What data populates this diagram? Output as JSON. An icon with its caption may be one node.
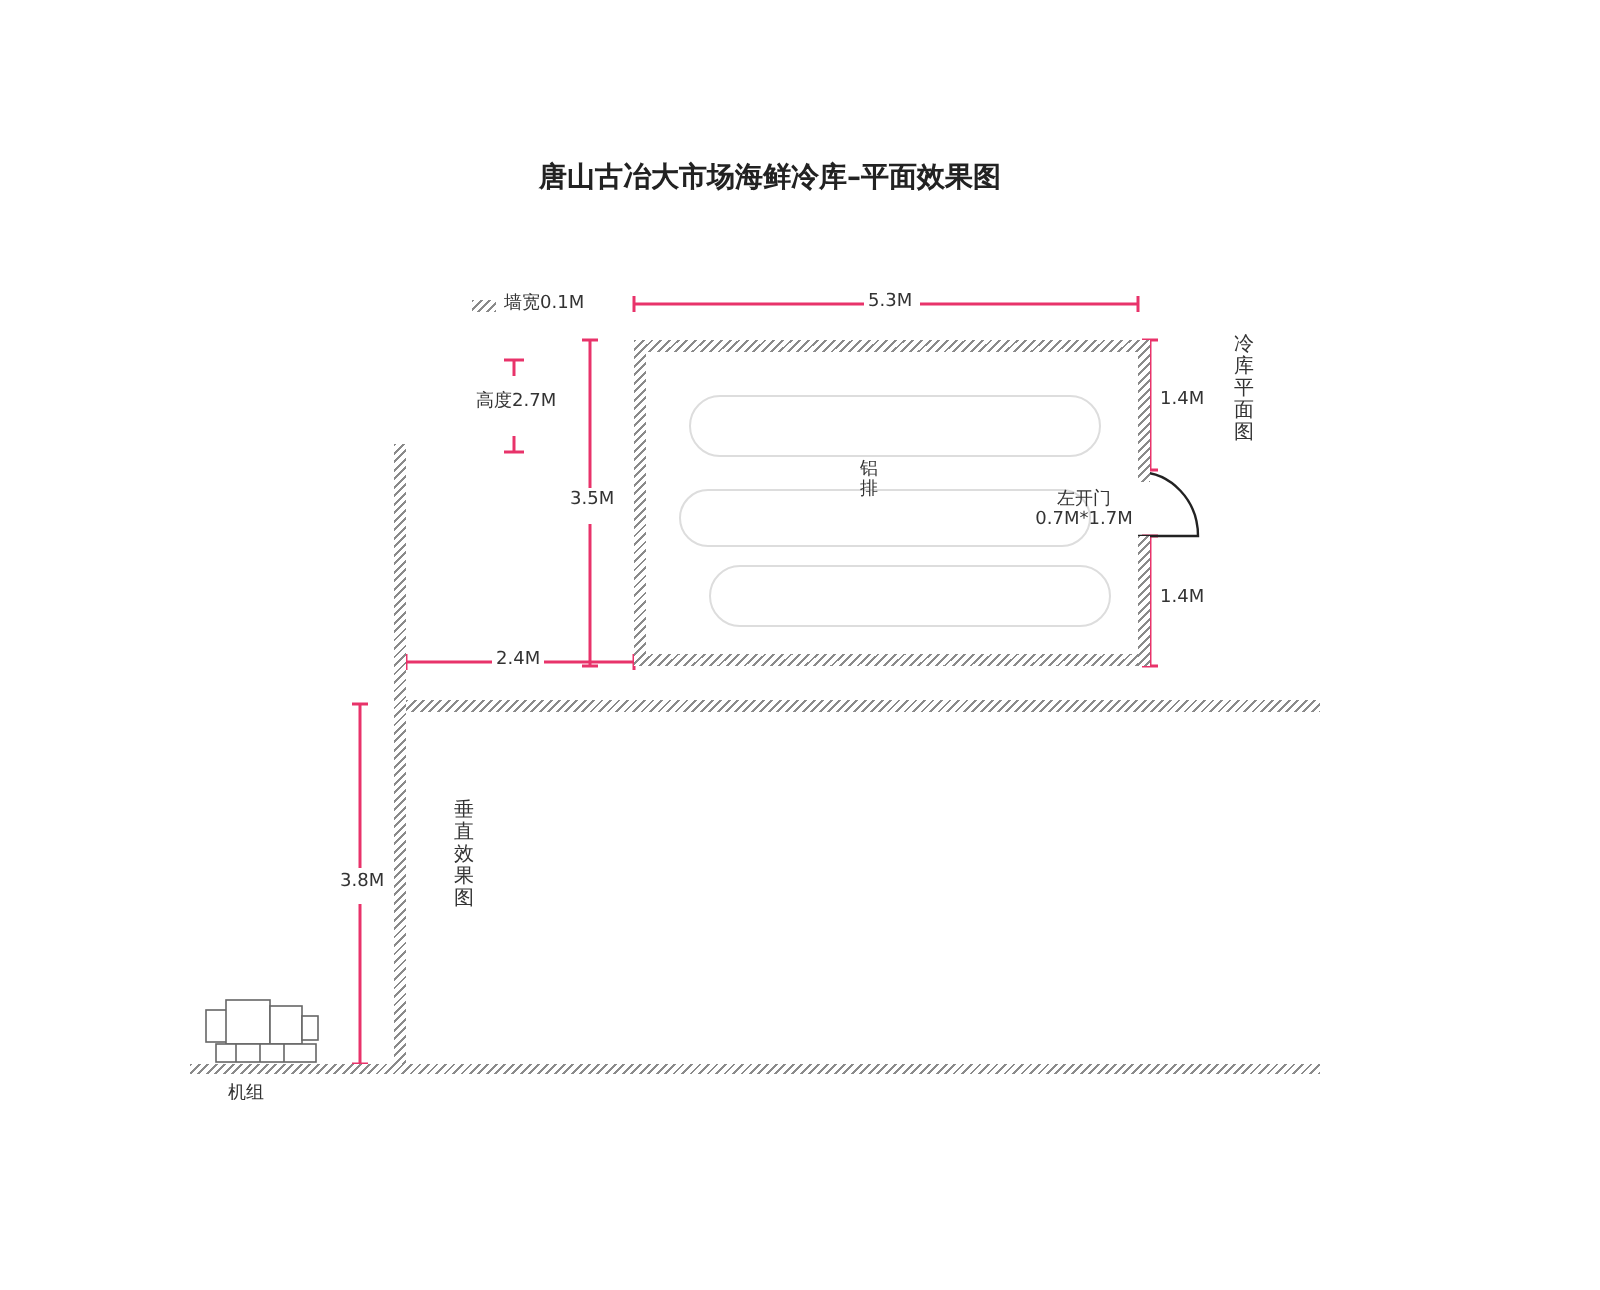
{
  "diagram": {
    "title": "唐山古冶大市场海鲜冷库–平面效果图",
    "nodes": [
      {
        "text": [
          "铝排",
          "左开门 0.7M*1.7M"
        ]
      },
      {
        "text": [
          "机组"
        ]
      }
    ],
    "labels": [
      "墙宽0.1M",
      "5.3M",
      "冷库平面图",
      "高度2.7M",
      "3.5M",
      "1.4M",
      "1.4M",
      "2.4M",
      "垂直效果图",
      "3.8M"
    ]
  }
}
